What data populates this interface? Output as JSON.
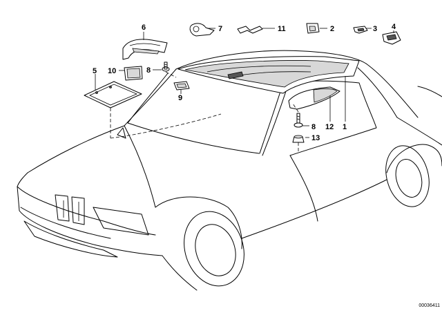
{
  "diagram": {
    "part_labels": [
      {
        "id": "6",
        "text": "6"
      },
      {
        "id": "7",
        "text": "7"
      },
      {
        "id": "11",
        "text": "11"
      },
      {
        "id": "2",
        "text": "2"
      },
      {
        "id": "3",
        "text": "3"
      },
      {
        "id": "4",
        "text": "4"
      },
      {
        "id": "5",
        "text": "5"
      },
      {
        "id": "10",
        "text": "10"
      },
      {
        "id": "8a",
        "text": "8"
      },
      {
        "id": "9",
        "text": "9"
      },
      {
        "id": "8b",
        "text": "8"
      },
      {
        "id": "12",
        "text": "12"
      },
      {
        "id": "1",
        "text": "1"
      },
      {
        "id": "13",
        "text": "13"
      }
    ],
    "reference_code": "00036411"
  }
}
